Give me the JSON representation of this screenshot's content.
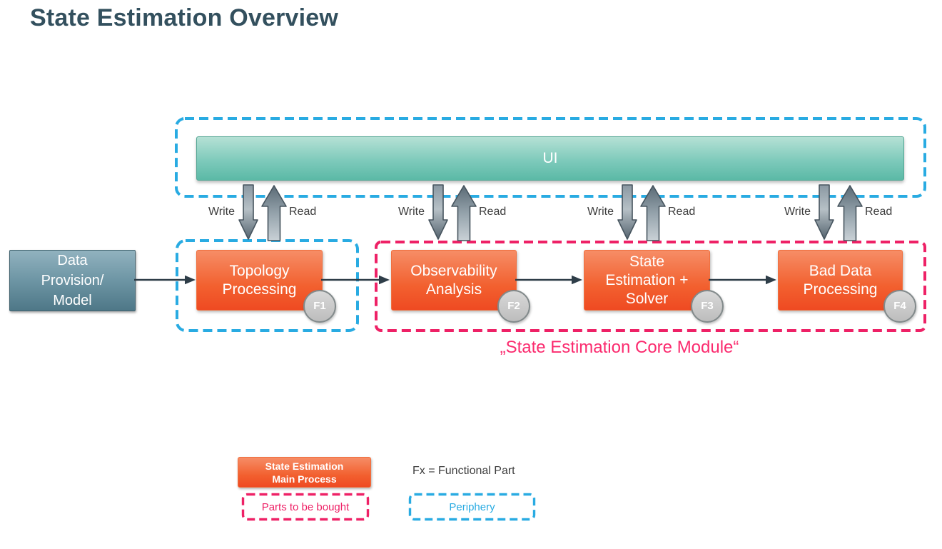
{
  "title": "State Estimation Overview",
  "ui": {
    "label": "UI"
  },
  "io": {
    "write": "Write",
    "read": "Read"
  },
  "source": {
    "label": "Data\nProvision/\nModel"
  },
  "processes": [
    {
      "label": "Topology\nProcessing",
      "badge": "F1"
    },
    {
      "label": "Observability\nAnalysis",
      "badge": "F2"
    },
    {
      "label": "State\nEstimation +\nSolver",
      "badge": "F3"
    },
    {
      "label": "Bad Data\nProcessing",
      "badge": "F4"
    }
  ],
  "core_module_label": "„State Estimation Core Module“",
  "legend": {
    "main_process": "State Estimation\nMain Process",
    "parts": "Parts to be bought",
    "fx": "Fx = Functional Part",
    "periphery": "Periphery"
  },
  "colors": {
    "accent_orange": "#f05a2b",
    "accent_teal": "#6fc2b1",
    "periphery_blue": "#29abe2",
    "core_pink": "#ee2166",
    "title_slate": "#33505e"
  }
}
